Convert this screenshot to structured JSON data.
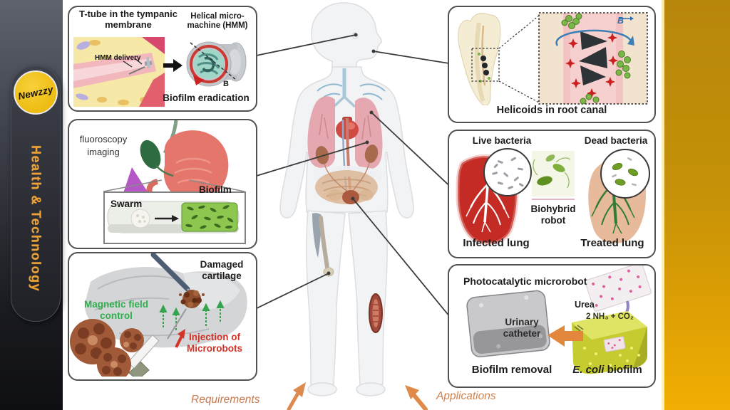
{
  "sidebar": {
    "logo_text": "Newzzy",
    "category_label": "Health & Technology"
  },
  "panels": {
    "ear": {
      "title": "T-tube in the tympanic membrane",
      "machine_label": "Helical micro-machine (HMM)",
      "delivery_label": "HMM delivery",
      "field_label": "B",
      "caption": "Biofilm eradication"
    },
    "stomach": {
      "imaging_label": "fluoroscopy imaging",
      "swarm_label": "Swarm",
      "biofilm_label": "Biofilm"
    },
    "cartilage": {
      "damage_label": "Damaged cartilage",
      "control_label": "Magnetic field control",
      "injection_label": "Injection of Microrobots"
    },
    "tooth": {
      "field_label": "B",
      "caption": "Helicoids in root canal"
    },
    "lung": {
      "live_label": "Live bacteria",
      "dead_label": "Dead bacteria",
      "robot_label": "Biohybrid robot",
      "infected_caption": "Infected lung",
      "treated_caption": "Treated lung"
    },
    "catheter": {
      "title": "Photocatalytic microrobot",
      "urea_label": "Urea",
      "reaction_label": "2 NH₃ + CO₂",
      "catheter_label": "Urinary catheter",
      "removal_caption": "Biofilm removal",
      "species_label": "E. coli",
      "biofilm_suffix": " biofilm"
    }
  },
  "footer": {
    "requirements_label": "Requirements",
    "applications_label": "Applications"
  },
  "colors": {
    "gold_rail": "#e3a400",
    "sidebar_dark": "#2e3038",
    "logo_yellow": "#eebc12",
    "category_orange": "#f2a233",
    "magnetic_green": "#2fae4e",
    "injection_red": "#d23227",
    "footer_orange": "#cf8050"
  }
}
